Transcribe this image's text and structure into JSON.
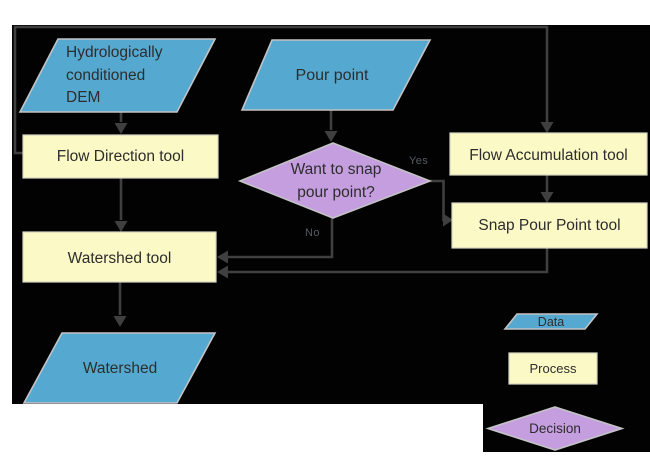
{
  "colors": {
    "page_bg": "#ffffff",
    "canvas_bg": "#020202",
    "data_fill": "#55a9d0",
    "process_fill": "#fbf9c5",
    "decision_fill": "#c49ede",
    "shape_stroke": "#c3c3c6",
    "process_stroke": "#d6d6c2",
    "connector": "#3f3f3f",
    "node_text": "#2d2d2d",
    "edge_label": "#565b63"
  },
  "nodes": {
    "dem": {
      "line1": "Hydrologically",
      "line2": "conditioned",
      "line3": "DEM"
    },
    "pour_point": {
      "label": "Pour point"
    },
    "flow_direction": {
      "label": "Flow Direction tool"
    },
    "decision": {
      "line1": "Want to snap",
      "line2": "pour point?"
    },
    "flow_accumulation": {
      "label": "Flow Accumulation tool"
    },
    "snap_pour_point": {
      "label": "Snap Pour Point tool"
    },
    "watershed_tool": {
      "label": "Watershed tool"
    },
    "watershed": {
      "label": "Watershed"
    }
  },
  "edges": {
    "yes_label": "Yes",
    "no_label": "No"
  },
  "legend": {
    "data_label": "Data",
    "process_label": "Process",
    "decision_label": "Decision"
  }
}
